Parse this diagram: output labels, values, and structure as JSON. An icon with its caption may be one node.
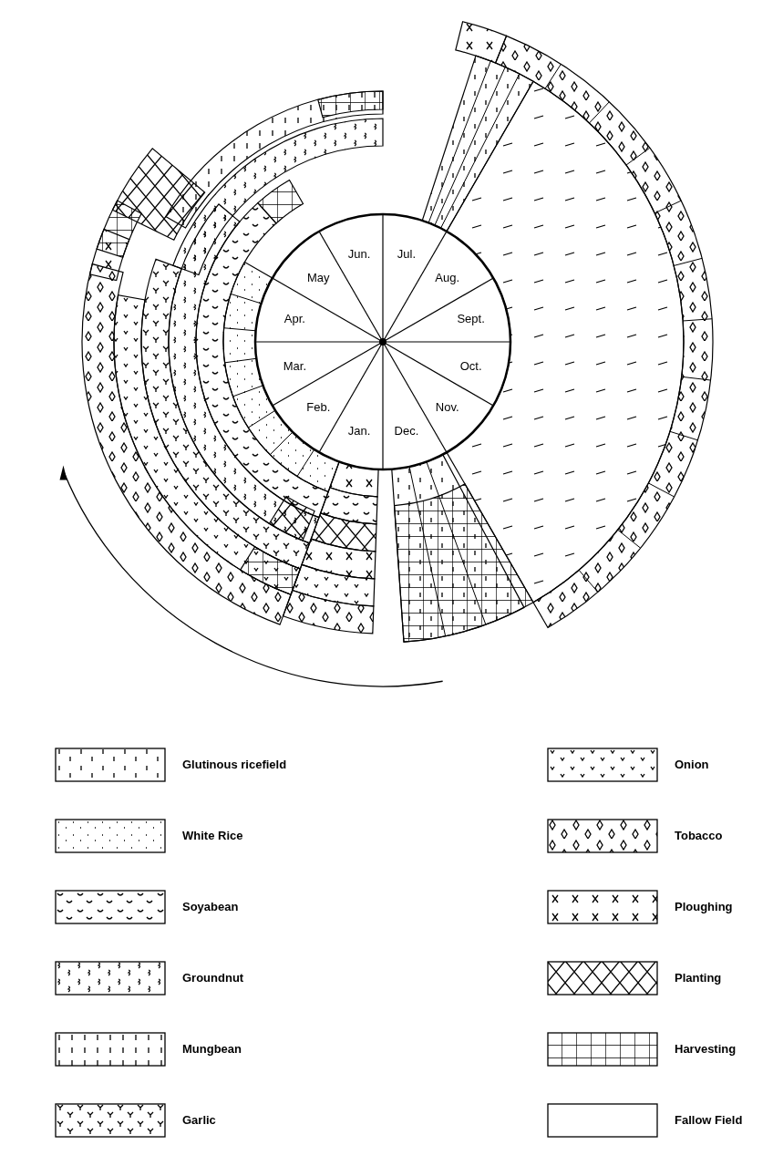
{
  "diagram": {
    "labels": [
      "Jun.",
      "Jul.",
      "May",
      "Aug.",
      "Apr.",
      "Sept.",
      "Mar.",
      "Oct.",
      "Feb.",
      "Nov.",
      "Jan.",
      "Dec."
    ],
    "legend": [
      {
        "text": "Glutinous ricefield"
      },
      {
        "text": "White Rice"
      },
      {
        "text": "Soyabean"
      },
      {
        "text": "Groundnut"
      },
      {
        "text": "Mungbean"
      },
      {
        "text": "Garlic"
      },
      {
        "text": "Onion"
      },
      {
        "text": "Tobacco"
      },
      {
        "text": "Ploughing"
      },
      {
        "text": "Planting"
      },
      {
        "text": "Harvesting"
      },
      {
        "text": "Fallow Field"
      }
    ]
  }
}
